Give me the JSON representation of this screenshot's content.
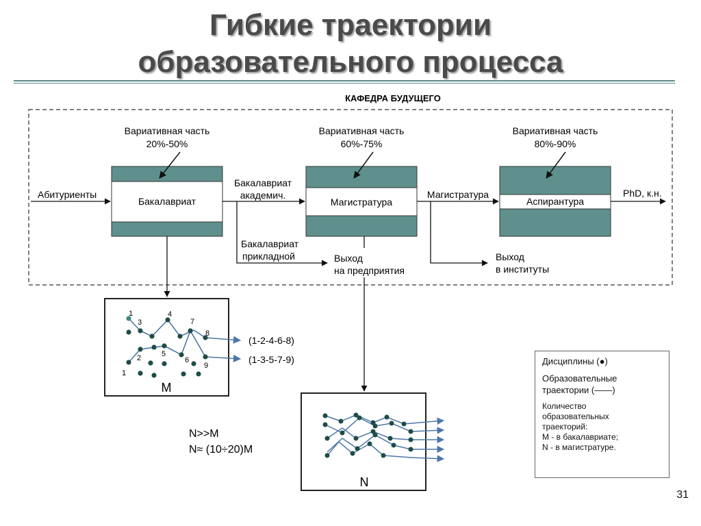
{
  "title": {
    "line1": "Гибкие траектории",
    "line2": "образовательного процесса"
  },
  "department": "КАФЕДРА БУДУЩЕГО",
  "stages": [
    {
      "name": "Бакалавриат",
      "variative_line1": "Вариативная часть",
      "variative_line2": "20%-50%"
    },
    {
      "name": "Магистратура",
      "variative_line1": "Вариативная часть",
      "variative_line2": "60%-75%"
    },
    {
      "name": "Аспирантура",
      "variative_line1": "Вариативная часть",
      "variative_line2": "80%-90%"
    }
  ],
  "flow": {
    "input": "Абитуриенты",
    "bach_academic_1": "Бакалавриат",
    "bach_academic_2": "академич.",
    "bach_applied_1": "Бакалавриат",
    "bach_applied_2": "прикладной",
    "to_masters": "Магистратура",
    "output": "PhD, к.н.",
    "exit_enterprise_1": "Выход",
    "exit_enterprise_2": "на предприятия",
    "exit_institutes_1": "Выход",
    "exit_institutes_2": "в институты"
  },
  "box_m": {
    "label": "M",
    "numbers": [
      "1",
      "1",
      "2",
      "3",
      "4",
      "5",
      "6",
      "7",
      "8",
      "9"
    ],
    "path1": "(1-2-4-6-8)",
    "path2": "(1-3-5-7-9)"
  },
  "box_n": {
    "label": "N"
  },
  "relation": {
    "line1": "N>>M",
    "line2": "N≈ (10÷20)M"
  },
  "legend": {
    "disciplines": "Дисциплины (●)",
    "trajectories_1": "Образовательные",
    "trajectories_2": "траектории (——)",
    "count_1": "Количество",
    "count_2": "образовательных",
    "count_3": "траекторий:",
    "count_4": "M - в бакалавриате;",
    "count_5": "N - в магистратуре."
  },
  "page_number": "31",
  "colors": {
    "teal": "#5f908d",
    "dot": "#1e4c47",
    "line": "#4e76a8",
    "title": "#4a4a4a"
  }
}
